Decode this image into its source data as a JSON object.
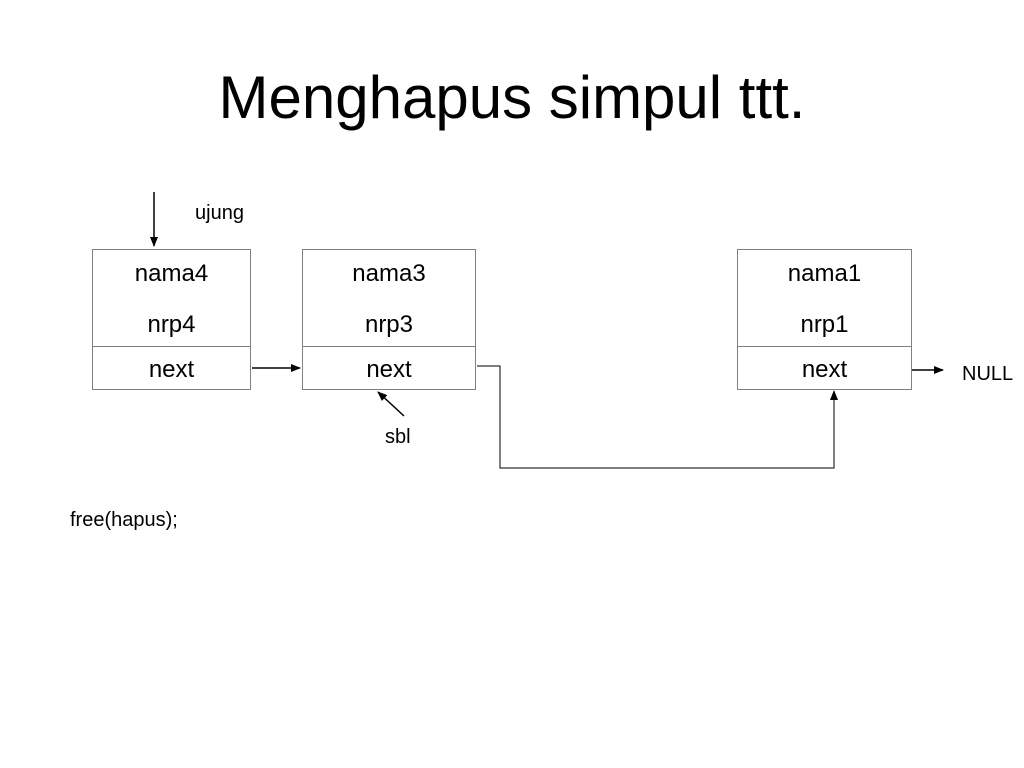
{
  "slide": {
    "title": "Menghapus simpul ttt."
  },
  "nodes": [
    {
      "name": "nama4",
      "nrp": "nrp4",
      "next": "next"
    },
    {
      "name": "nama3",
      "nrp": "nrp3",
      "next": "next"
    },
    {
      "name": "nama1",
      "nrp": "nrp1",
      "next": "next"
    }
  ],
  "labels": {
    "head_pointer": "ujung",
    "prev_pointer": "sbl",
    "null_value": "NULL",
    "code": "free(hapus);"
  }
}
